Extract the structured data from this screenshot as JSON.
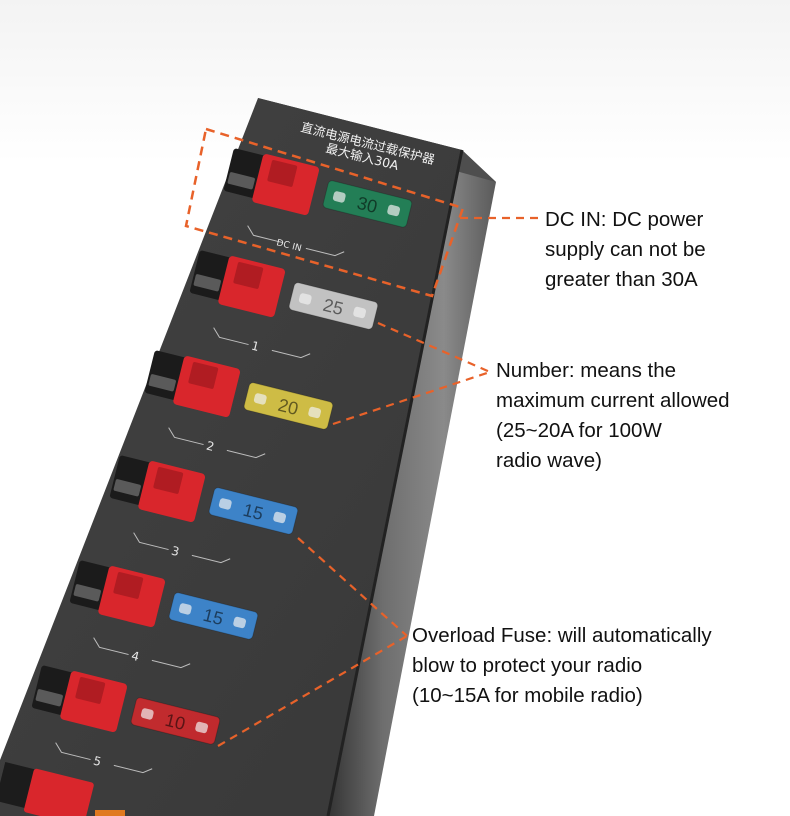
{
  "device": {
    "panel_title_line1": "直流电源电流过载保护器",
    "panel_title_line2": "最大输入30A",
    "dc_in_label": "DC IN",
    "slots": [
      {
        "label": "DC IN",
        "fuse_rating": "30",
        "fuse_color": "#1f8a5a"
      },
      {
        "label": "1",
        "fuse_rating": "25",
        "fuse_color": "#d9d9d9"
      },
      {
        "label": "2",
        "fuse_rating": "20",
        "fuse_color": "#e8d247"
      },
      {
        "label": "3",
        "fuse_rating": "15",
        "fuse_color": "#3d8fe0"
      },
      {
        "label": "4",
        "fuse_rating": "15",
        "fuse_color": "#3d8fe0"
      },
      {
        "label": "5",
        "fuse_rating": "10",
        "fuse_color": "#d8282b"
      }
    ],
    "connector_color": "#d9262c",
    "body_color": "#3b3b3b",
    "accent_color": "#e8622a"
  },
  "callouts": {
    "dc_in": {
      "lines": [
        "DC IN: DC power",
        "supply can not be",
        "greater than 30A"
      ]
    },
    "number": {
      "lines": [
        "Number: means the",
        "maximum current allowed",
        "(25~20A for 100W",
        "radio wave)"
      ]
    },
    "fuse": {
      "lines": [
        "Overload Fuse: will automatically",
        "blow to protect your radio",
        "(10~15A for mobile radio)"
      ]
    }
  }
}
